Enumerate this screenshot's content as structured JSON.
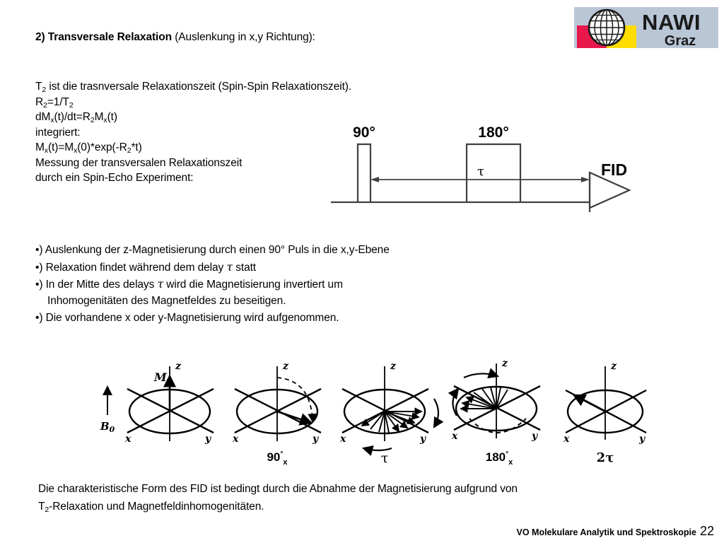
{
  "slide": {
    "heading_bold": "2) Transversale Relaxation",
    "heading_rest": " (Auslenkung in x,y Richtung):",
    "formula_lines": [
      "T2 ist die trasnversale Relaxationszeit (Spin-Spin Relaxationszeit).",
      "R2=1/T2",
      "dMx(t)/dt=R2Mx(t)",
      "integriert:",
      "Mx(t)=Mx(0)*exp(-R2*t)",
      "Messung der transversalen Relaxationszeit",
      "durch ein Spin-Echo Experiment:"
    ],
    "formula_parts": {
      "l1_a": "T",
      "l1_sub": "2",
      "l1_b": " ist die trasnversale Relaxationszeit (Spin-Spin Relaxationszeit).",
      "l2_a": "R",
      "l2_sub1": "2",
      "l2_b": "=1/T",
      "l2_sub2": "2",
      "l3_a": "dM",
      "l3_sub1": "x",
      "l3_b": "(t)/dt=R",
      "l3_sub2": "2",
      "l3_c": "M",
      "l3_sub3": "x",
      "l3_d": "(t)",
      "l4": "integriert:",
      "l5_a": "M",
      "l5_sub1": "x",
      "l5_b": "(t)=M",
      "l5_sub2": "x",
      "l5_c": "(0)*exp(-R",
      "l5_sub3": "2",
      "l5_d": "*t)",
      "l6": "Messung der transversalen Relaxationszeit",
      "l7": "durch ein Spin-Echo Experiment:"
    },
    "bullets": [
      {
        "marker": "•)",
        "text": " Auslenkung der z-Magnetisierung durch einen 90° Puls in die x,y-Ebene"
      },
      {
        "marker": "•)",
        "text_a": " Relaxation findet während dem delay ",
        "tau": "τ",
        "text_b": " statt"
      },
      {
        "marker": "•)",
        "text_a": " In der Mitte des delays ",
        "tau": "τ",
        "text_b": " wird die Magnetisierung invertiert um"
      },
      {
        "indent": "Inhomogenitäten des Magnetfeldes zu beseitigen."
      },
      {
        "marker": "•)",
        "text": " Die vorhandene x oder y-Magnetisierung wird aufgenommen."
      }
    ],
    "bottom_note": {
      "line1": "Die charakteristische Form des FID ist bedingt durch die Abnahme der Magnetisierung aufgrund von",
      "line2_a": "T",
      "line2_sub": "2",
      "line2_b": "-Relaxation und Magnetfeldinhomogenitäten."
    },
    "footer": {
      "course": "VO Molekulare Analytik und Spektroskopie",
      "page_number": "22"
    }
  },
  "logo": {
    "line1": "NAWI",
    "line2": "Graz",
    "colors": {
      "background": "#b9c6d6",
      "magenta": "#e8174c",
      "yellow": "#ffdd00",
      "text": "#1a1a1a",
      "globe_line": "#1a1a1a",
      "globe_fill": "#ffffff"
    }
  },
  "pulse_sequence": {
    "label_90": "90°",
    "label_180": "180°",
    "label_tau": "τ",
    "label_fid": "FID",
    "stroke": "#404040"
  },
  "vector_diagrams": [
    {
      "id": "equilibrium",
      "axes": {
        "x": "x",
        "y": "y",
        "z": "z"
      },
      "vector_label": "M",
      "field_label": "B",
      "field_sub": "0",
      "caption": "",
      "caption_sub": ""
    },
    {
      "id": "after-90x",
      "axes": {
        "x": "x",
        "y": "y",
        "z": "z"
      },
      "caption": "90",
      "caption_deg": "°",
      "caption_sub": "x"
    },
    {
      "id": "dephasing-tau",
      "axes": {
        "x": "x",
        "y": "y",
        "z": "z"
      },
      "caption": "τ",
      "caption_sub": ""
    },
    {
      "id": "after-180x",
      "axes": {
        "x": "x",
        "y": "y",
        "z": "z"
      },
      "caption": "180",
      "caption_deg": "°",
      "caption_sub": "x"
    },
    {
      "id": "refocused-2tau",
      "axes": {
        "x": "x",
        "y": "y",
        "z": "z"
      },
      "caption": "2τ",
      "caption_sub": ""
    }
  ]
}
